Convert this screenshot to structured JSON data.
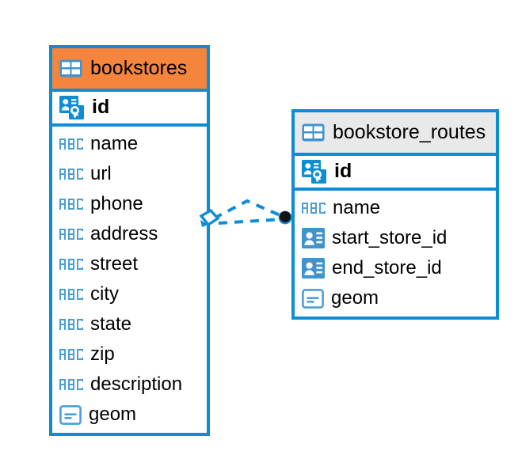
{
  "diagram": {
    "kind": "entity-relationship-diagram",
    "colors": {
      "border": "#0f8dd4",
      "header_highlight": "#f5843c",
      "header_default": "#e9e9e9",
      "icon_blue": "#2e8fd1",
      "icon_blue_solid": "#0f8dd4",
      "connector": "#0f8dd4",
      "endpoint": "#111111",
      "background": "#ffffff"
    },
    "entities": [
      {
        "name": "bookstores",
        "header_style": "highlight",
        "header_icon": "table-grid-icon",
        "primary_key": {
          "name": "id",
          "icon": "primary-key-icon"
        },
        "fields": [
          {
            "name": "name",
            "icon": "abc-string-icon",
            "icon_label": "ABC"
          },
          {
            "name": "url",
            "icon": "abc-string-icon",
            "icon_label": "ABC"
          },
          {
            "name": "phone",
            "icon": "abc-string-icon",
            "icon_label": "ABC"
          },
          {
            "name": "address",
            "icon": "abc-string-icon",
            "icon_label": "ABC"
          },
          {
            "name": "street",
            "icon": "abc-string-icon",
            "icon_label": "ABC"
          },
          {
            "name": "city",
            "icon": "abc-string-icon",
            "icon_label": "ABC"
          },
          {
            "name": "state",
            "icon": "abc-string-icon",
            "icon_label": "ABC"
          },
          {
            "name": "zip",
            "icon": "abc-string-icon",
            "icon_label": "ABC"
          },
          {
            "name": "description",
            "icon": "abc-string-icon",
            "icon_label": "ABC"
          },
          {
            "name": "geom",
            "icon": "geometry-icon",
            "icon_label": ""
          }
        ]
      },
      {
        "name": "bookstore_routes",
        "header_style": "default",
        "header_icon": "table-grid-icon",
        "primary_key": {
          "name": "id",
          "icon": "primary-key-icon"
        },
        "fields": [
          {
            "name": "name",
            "icon": "abc-string-icon",
            "icon_label": "ABC"
          },
          {
            "name": "start_store_id",
            "icon": "foreign-key-icon",
            "icon_label": ""
          },
          {
            "name": "end_store_id",
            "icon": "foreign-key-icon",
            "icon_label": ""
          },
          {
            "name": "geom",
            "icon": "geometry-icon",
            "icon_label": ""
          }
        ]
      }
    ],
    "relationship": {
      "style": "dashed",
      "from_entity": "bookstores",
      "to_entity": "bookstore_routes",
      "from_marker": "diamond-outline-marker",
      "to_marker": "filled-circle-marker"
    }
  }
}
